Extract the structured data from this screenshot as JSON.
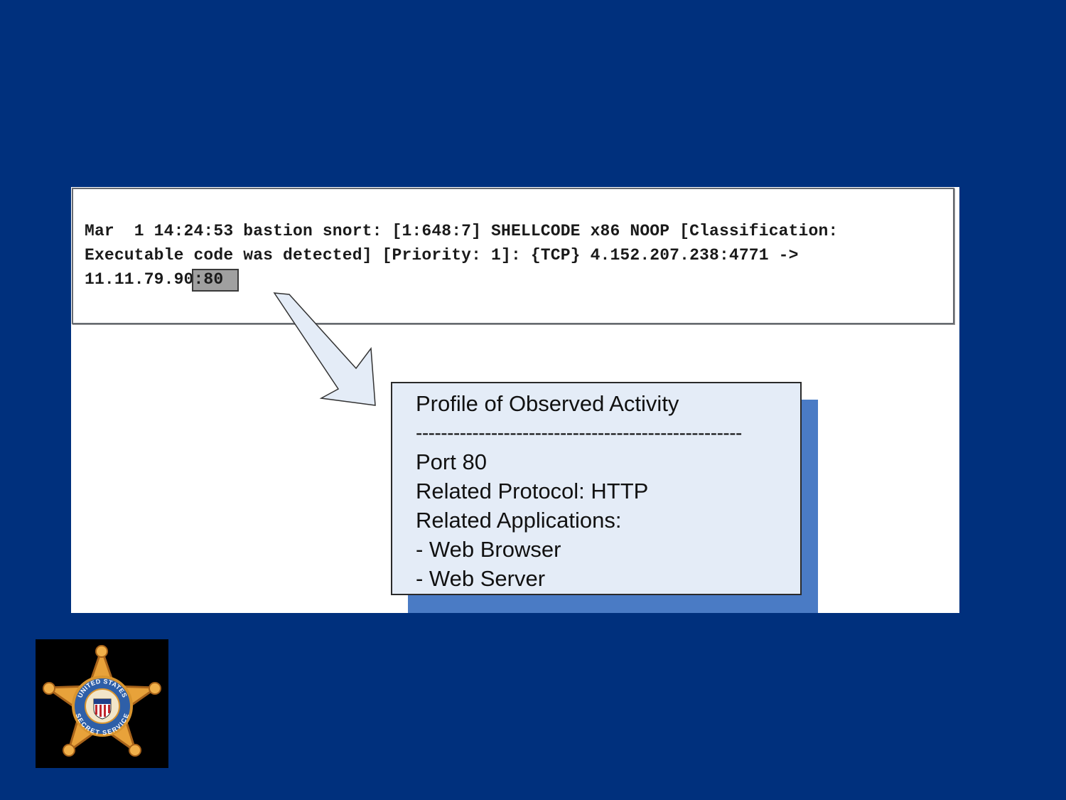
{
  "log": {
    "line1": "Mar  1 14:24:53 bastion snort: [1:648:7] SHELLCODE x86 NOOP [Classification:",
    "line2": "Executable code was detected] [Priority: 1]: {TCP} 4.152.207.238:4771 ->",
    "line3_prefix": "11.11.79.90",
    "line3_port": ":80"
  },
  "profile": {
    "title": "Profile of Observed Activity",
    "divider": "----------------------------------------------------",
    "lines": [
      "Port 80",
      "Related Protocol: HTTP",
      "Related Applications:",
      "- Web Browser",
      "- Web Server"
    ]
  },
  "logo": {
    "icon": "secret-service-star-badge-icon",
    "text_top": "UNITED STATES",
    "text_bottom": "SECRET SERVICE"
  },
  "colors": {
    "background": "#00307d",
    "panel": "#ffffff",
    "highlight": "#a0a0a0",
    "profile_fill": "#e4ecf7",
    "profile_shadow": "#4a7bc5",
    "badge_gold": "#e8a23a"
  }
}
